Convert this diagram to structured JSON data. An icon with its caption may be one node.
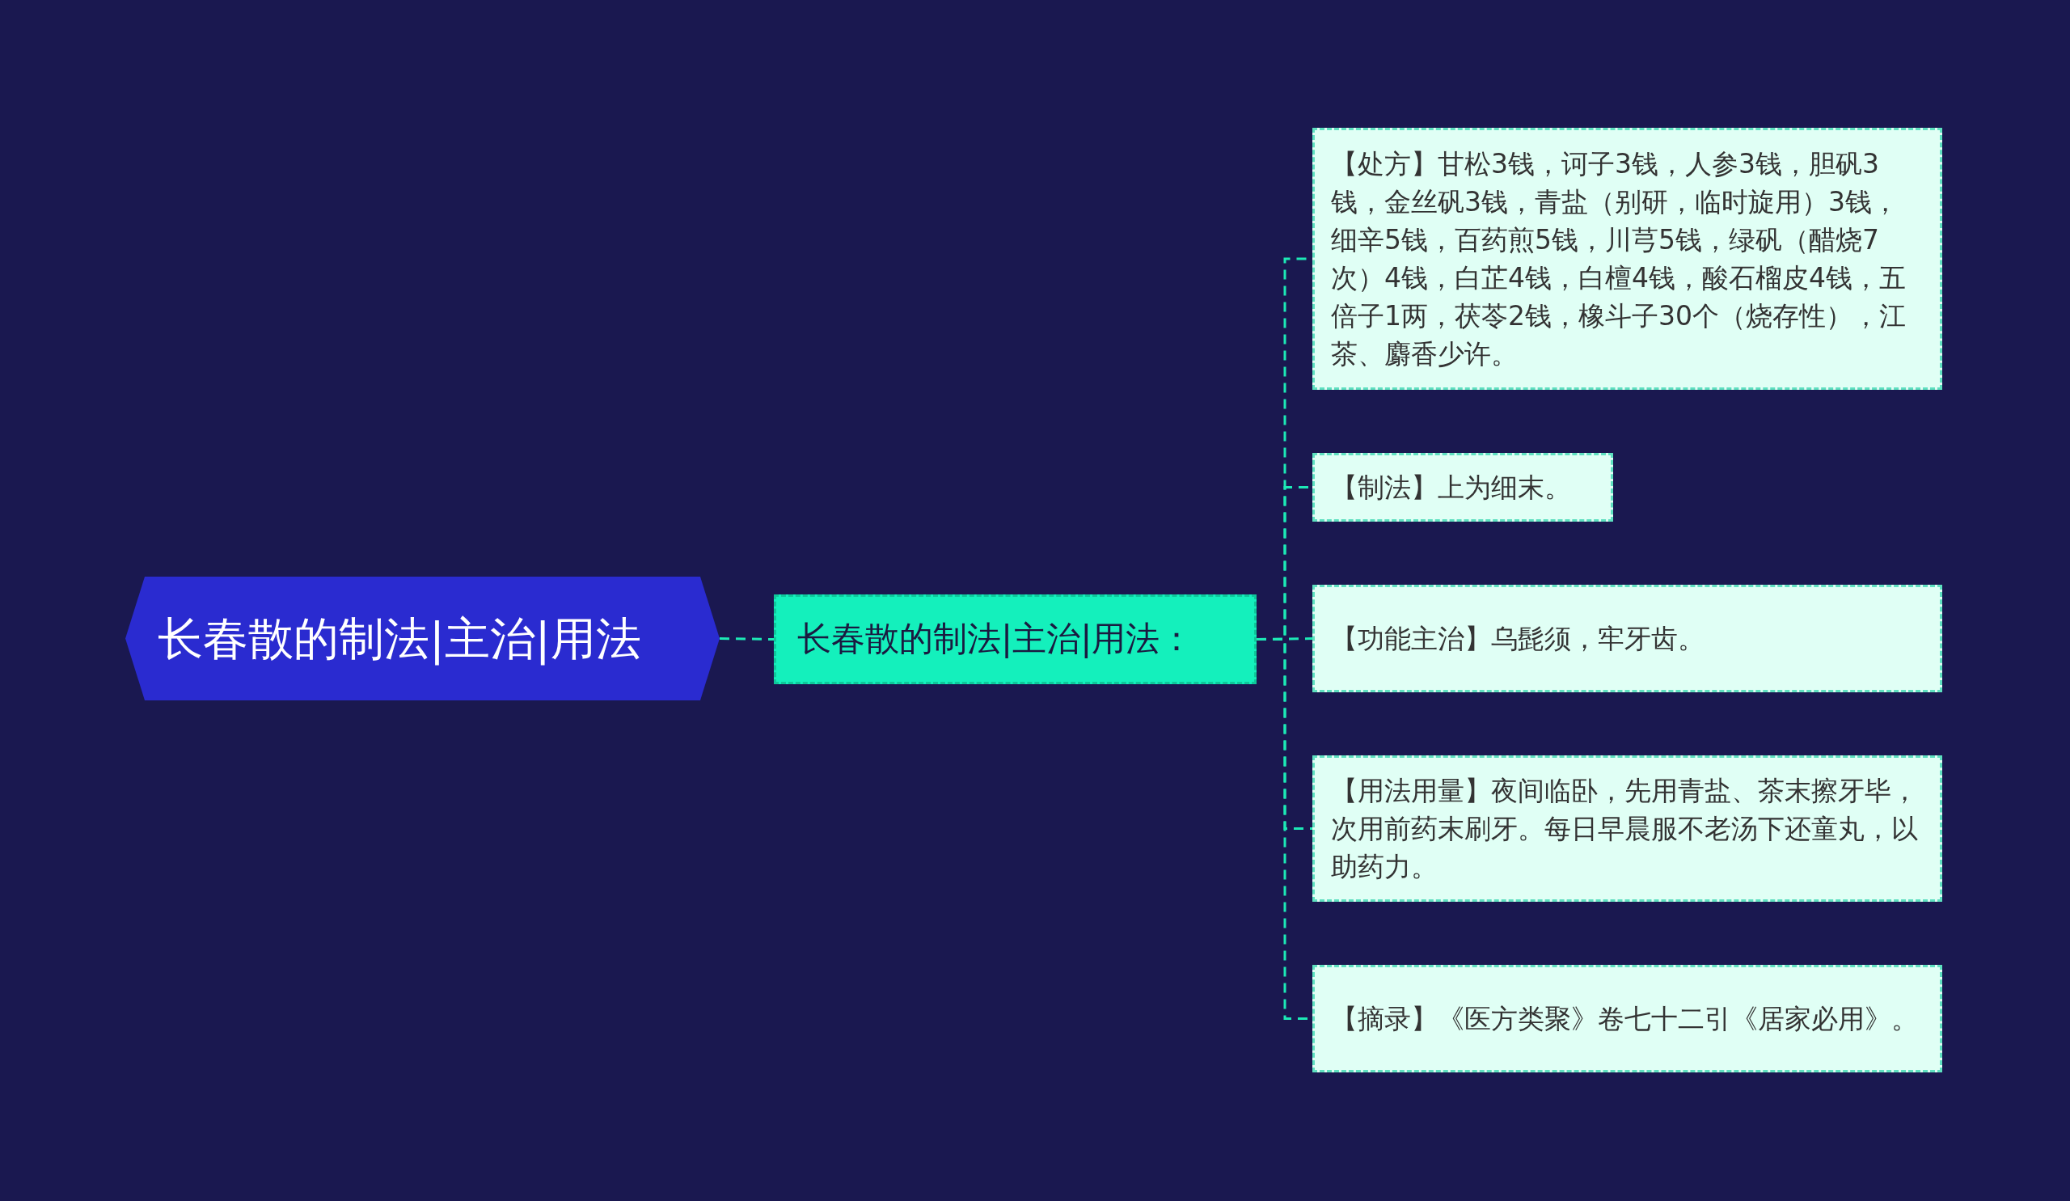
{
  "diagram": {
    "nodes": [
      {
        "text": [
          "长春散的制法|主治|用法"
        ]
      },
      {
        "text": [
          "长春散的制法|主治|用法："
        ]
      },
      {
        "text": [
          "【处方】甘松3钱，诃子3钱，人参3钱，胆矾3钱，金丝矾3钱，青盐（别研，临时旋用）3钱，细辛5钱，百药煎5钱，川芎5钱，绿矾（醋烧7次）4钱，白芷4钱，白檀4钱，酸石榴皮4钱，五倍子1两，茯苓2钱，橡斗子30个（烧存性），江茶、麝香少许。"
        ]
      },
      {
        "text": [
          "【制法】上为细末。"
        ]
      },
      {
        "text": [
          "【功能主治】乌髭须，牢牙齿。"
        ]
      },
      {
        "text": [
          "【用法用量】夜间临卧，先用青盐、茶末擦牙毕，次用前药末刷牙。每日早晨服不老汤下还童丸，以助药力。"
        ]
      },
      {
        "text": [
          "【摘录】《医方类聚》卷七十二引《居家必用》。"
        ]
      }
    ],
    "edges": [
      {
        "from": 0,
        "to": 1,
        "arrow": "none"
      },
      {
        "from": 1,
        "to": 2,
        "arrow": "none"
      },
      {
        "from": 1,
        "to": 3,
        "arrow": "none"
      },
      {
        "from": 1,
        "to": 4,
        "arrow": "none"
      },
      {
        "from": 1,
        "to": 5,
        "arrow": "none"
      },
      {
        "from": 1,
        "to": 6,
        "arrow": "none"
      }
    ]
  }
}
